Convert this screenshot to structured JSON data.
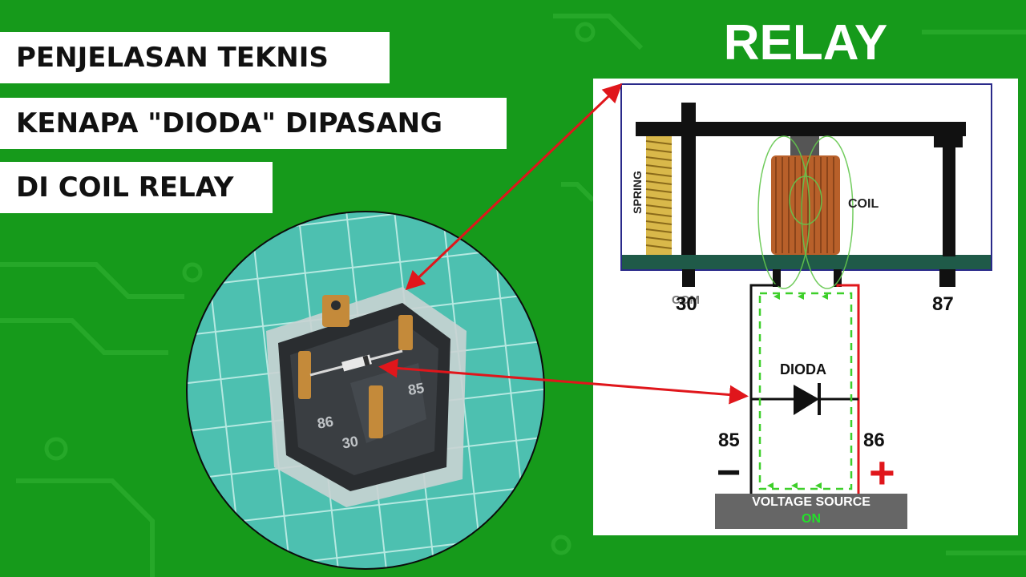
{
  "title_lines": [
    "PENJELASAN TEKNIS",
    "KENAPA \"DIODA\" DIPASANG",
    "DI COIL RELAY"
  ],
  "relay_heading": "RELAY",
  "photo": {
    "relay_pin_labels": [
      "85",
      "86",
      "30"
    ]
  },
  "diagram": {
    "spring_label": "SPRING",
    "coil_label": "COIL",
    "diode_label": "DIODA",
    "terminal_top_left": "30",
    "terminal_top_left_overlap": "COM",
    "terminal_top_right": "87",
    "terminal_left": "85",
    "terminal_right": "86",
    "minus_sign": "−",
    "plus_sign": "+",
    "voltage_source_label": "VOLTAGE SOURCE",
    "voltage_source_state": "ON"
  },
  "colors": {
    "background": "#169a1b",
    "arrow": "#e0161b",
    "coil": "#b8602a",
    "current_flow": "#3ecf2a",
    "panel_border": "#2a2a8a",
    "base_plate": "#1f5a48"
  }
}
